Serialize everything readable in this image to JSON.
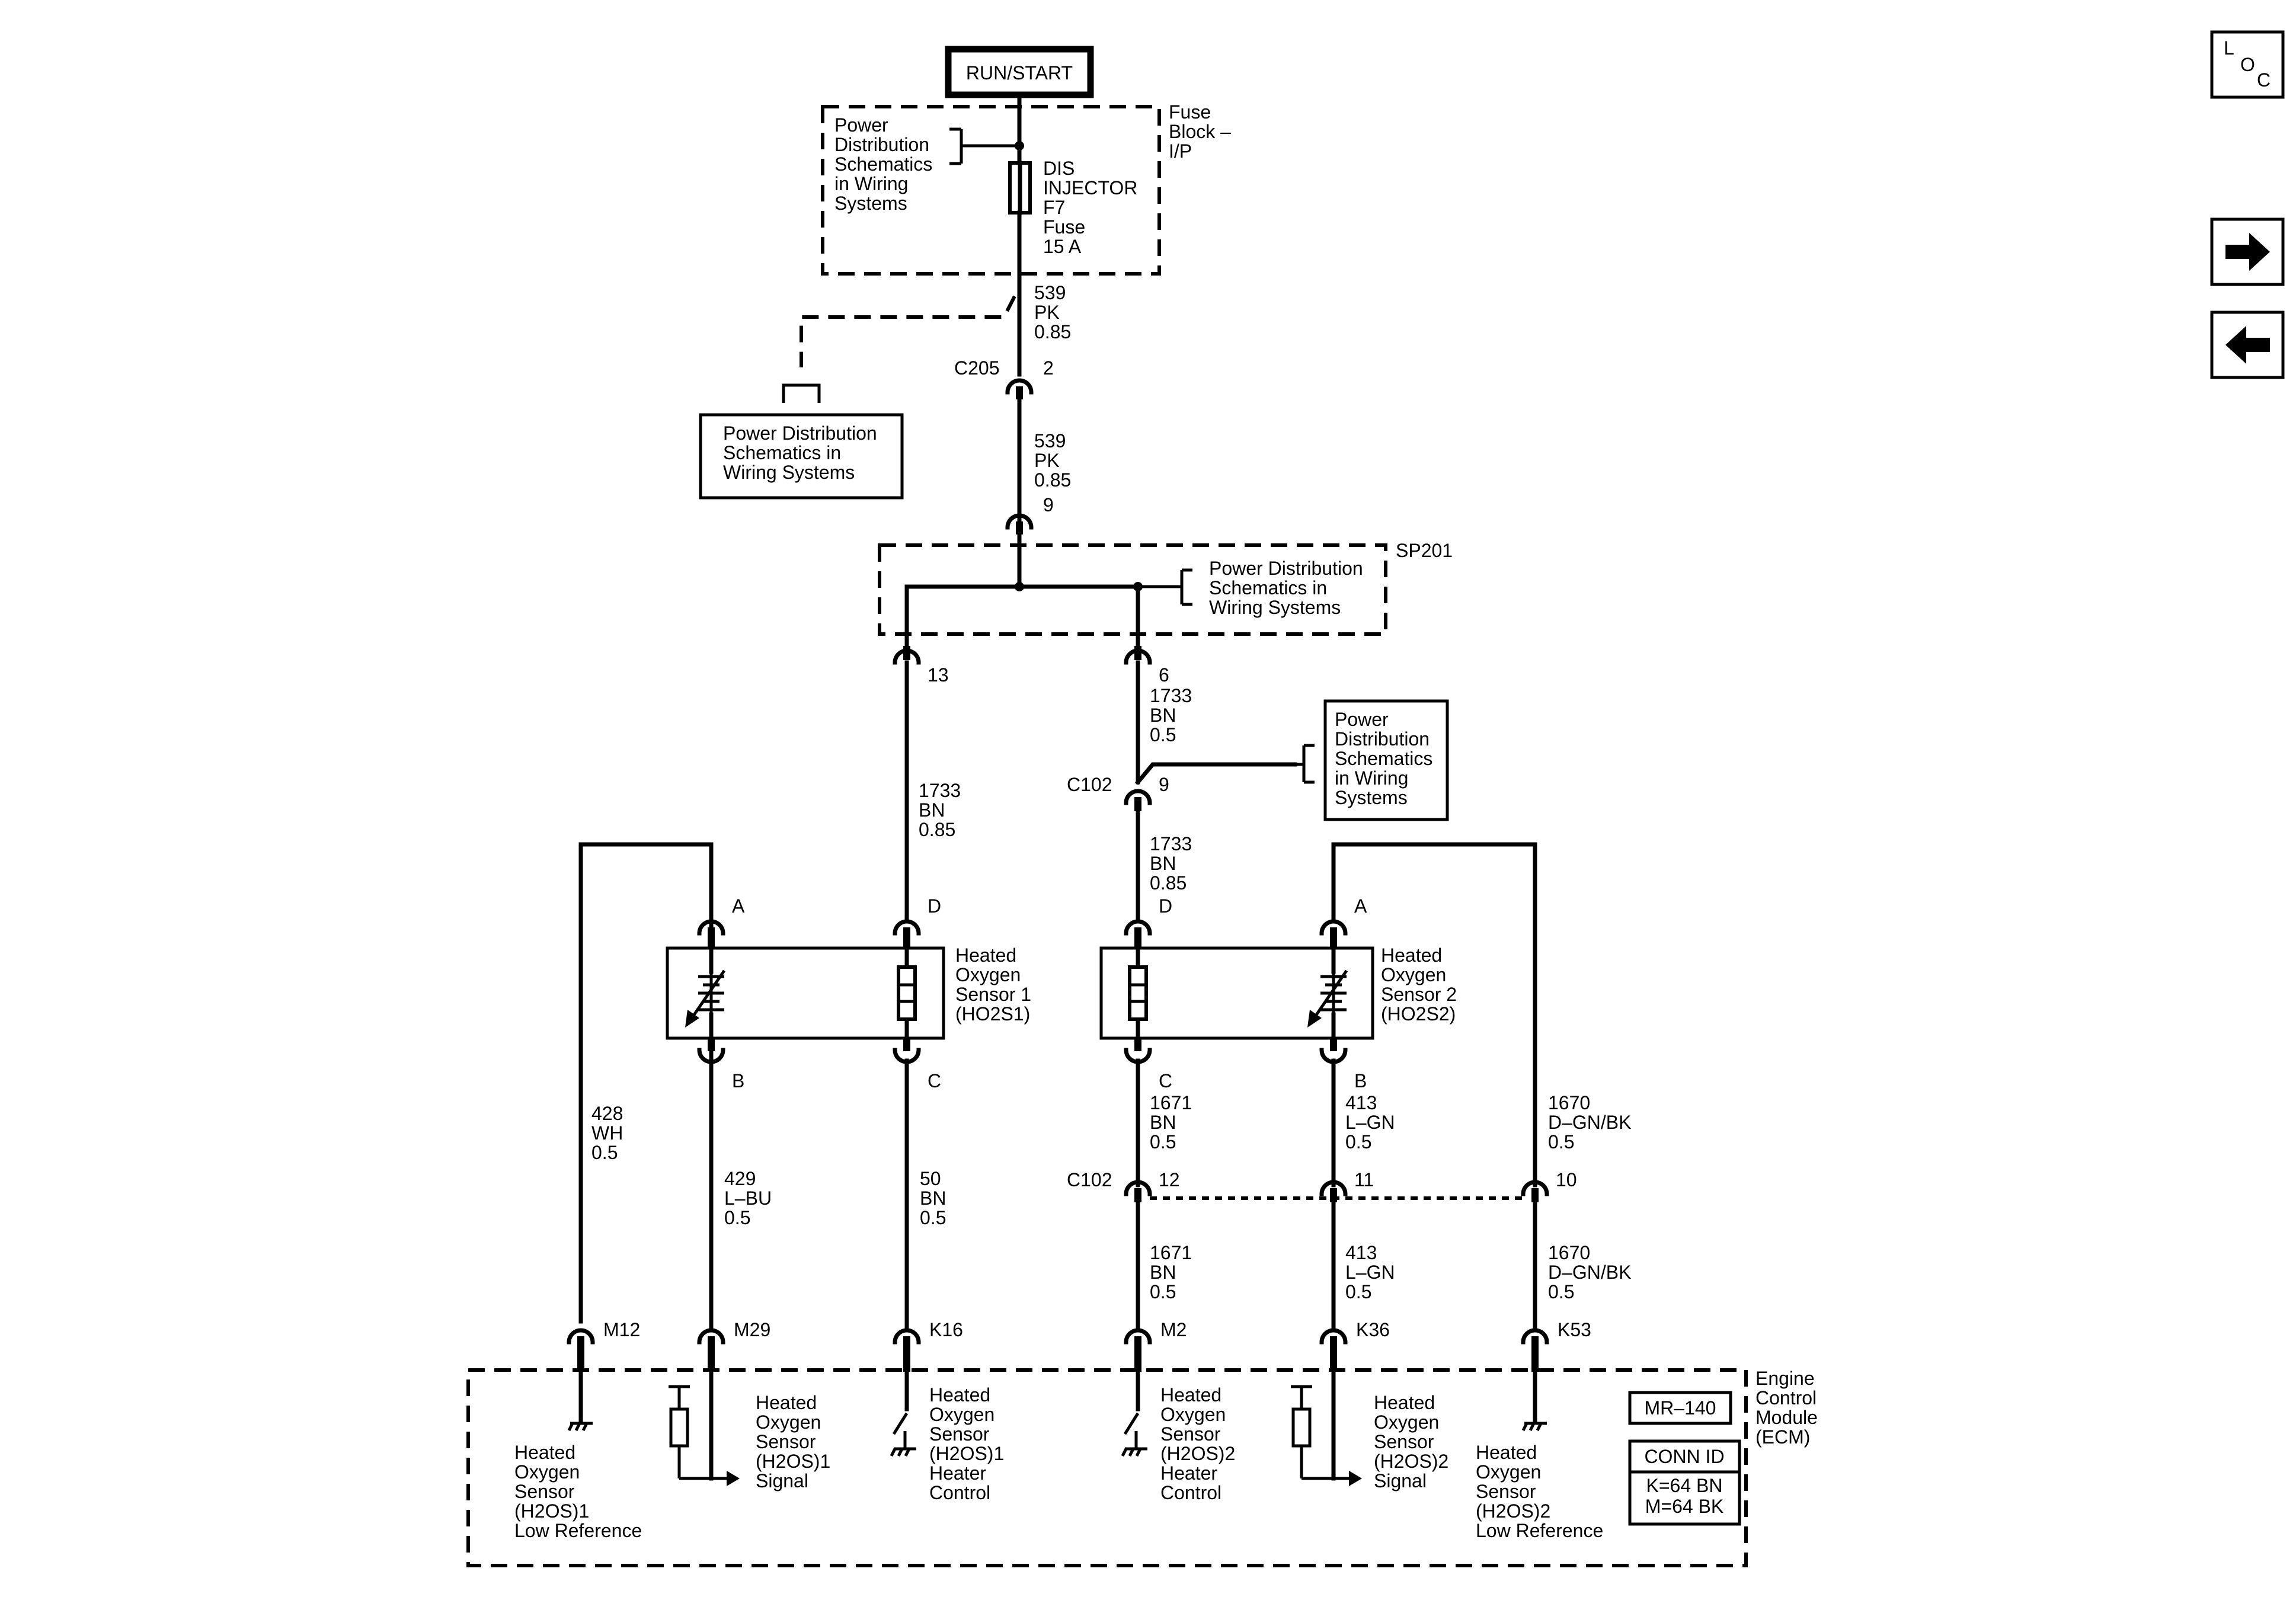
{
  "power_source": "RUN/START",
  "fuse_block": {
    "name": [
      "Fuse",
      "Block –",
      "I/P"
    ],
    "ref": [
      "Power",
      "Distribution",
      "Schematics",
      "in Wiring",
      "Systems"
    ],
    "fuse": [
      "DIS",
      "INJECTOR",
      "F7",
      "Fuse",
      "15 A"
    ]
  },
  "wires": {
    "w539a": [
      "539",
      "PK",
      "0.85"
    ],
    "w539b": [
      "539",
      "PK",
      "0.85"
    ],
    "w1733_13": [
      "1733",
      "BN",
      "0.85"
    ],
    "w1733_6": [
      "1733",
      "BN",
      "0.5"
    ],
    "w1733_c102": [
      "1733",
      "BN",
      "0.85"
    ],
    "w428": [
      "428",
      "WH",
      "0.5"
    ],
    "w429": [
      "429",
      "L–BU",
      "0.5"
    ],
    "w50": [
      "50",
      "BN",
      "0.5"
    ],
    "w1671a": [
      "1671",
      "BN",
      "0.5"
    ],
    "w1671b": [
      "1671",
      "BN",
      "0.5"
    ],
    "w413a": [
      "413",
      "L–GN",
      "0.5"
    ],
    "w413b": [
      "413",
      "L–GN",
      "0.5"
    ],
    "w1670a": [
      "1670",
      "D–GN/BK",
      "0.5"
    ],
    "w1670b": [
      "1670",
      "D–GN/BK",
      "0.5"
    ]
  },
  "connectors": {
    "c205": "C205",
    "c205_pin": "2",
    "sp_in_pin": "9",
    "sp201": "SP201",
    "sp_pin13": "13",
    "sp_pin6": "6",
    "c102_top": "C102",
    "c102_top_pin": "9",
    "c102_bot": "C102",
    "pin12": "12",
    "pin11": "11",
    "pin10": "10",
    "s1_A": "A",
    "s1_D": "D",
    "s1_B": "B",
    "s1_C": "C",
    "s2_D": "D",
    "s2_A": "A",
    "s2_C": "C",
    "s2_B": "B",
    "M12": "M12",
    "M29": "M29",
    "K16": "K16",
    "M2": "M2",
    "K36": "K36",
    "K53": "K53"
  },
  "refs": {
    "pd_box1": [
      "Power Distribution",
      "Schematics in",
      "Wiring Systems"
    ],
    "pd_sp201": [
      "Power Distribution",
      "Schematics in",
      "Wiring Systems"
    ],
    "pd_box2": [
      "Power",
      "Distribution",
      "Schematics",
      "in Wiring",
      "Systems"
    ]
  },
  "sensors": {
    "s1": [
      "Heated",
      "Oxygen",
      "Sensor 1",
      "(HO2S1)"
    ],
    "s2": [
      "Heated",
      "Oxygen",
      "Sensor 2",
      "(HO2S2)"
    ]
  },
  "ecm": {
    "name": [
      "Engine",
      "Control",
      "Module",
      "(ECM)"
    ],
    "mr": "MR–140",
    "conn_id": "CONN ID",
    "conn_k": "K=64 BN",
    "conn_m": "M=64 BK",
    "lbl_m12": [
      "Heated",
      "Oxygen",
      "Sensor",
      "(H2OS)1",
      "Low Reference"
    ],
    "lbl_m29": [
      "Heated",
      "Oxygen",
      "Sensor",
      "(H2OS)1",
      "Signal"
    ],
    "lbl_k16": [
      "Heated",
      "Oxygen",
      "Sensor",
      "(H2OS)1",
      "Heater",
      "Control"
    ],
    "lbl_m2": [
      "Heated",
      "Oxygen",
      "Sensor",
      "(H2OS)2",
      "Heater",
      "Control"
    ],
    "lbl_k36": [
      "Heated",
      "Oxygen",
      "Sensor",
      "(H2OS)2",
      "Signal"
    ],
    "lbl_k53": [
      "Heated",
      "Oxygen",
      "Sensor",
      "(H2OS)2",
      "Low Reference"
    ]
  },
  "nav": {
    "loc_l": "L",
    "loc_o": "O",
    "loc_c": "C"
  }
}
